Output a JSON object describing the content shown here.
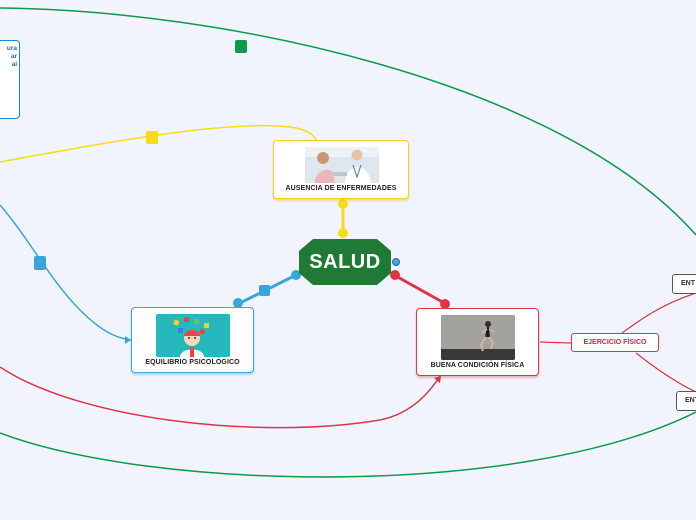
{
  "central": {
    "title": "SALUD"
  },
  "nodes": {
    "ausencia": {
      "label": "AUSENCIA DE ENFERMEDADES",
      "image": "doctor-patient-photo"
    },
    "equilibrio": {
      "label": "EQUILIBRIO PSICOLÓGICO",
      "image": "brain-puzzle-illustration"
    },
    "buena": {
      "label": "BUENA CONDICIÓN FÍSICA",
      "image": "runner-photo"
    },
    "ejercicio": {
      "label": "EJERCICIO FÍSICO"
    },
    "ent1": {
      "label": "ENT"
    },
    "ent2": {
      "label": "ENT"
    },
    "left_card": {
      "lines": [
        "ura",
        "",
        "ar",
        "al"
      ]
    }
  },
  "colors": {
    "background": "#f1f4fd",
    "central": "#1e7a34",
    "green": "#0b9a4a",
    "yellow": "#f7dc1a",
    "blue": "#36a6db",
    "red": "#dd3546"
  },
  "icons": [
    "focus-icon"
  ]
}
